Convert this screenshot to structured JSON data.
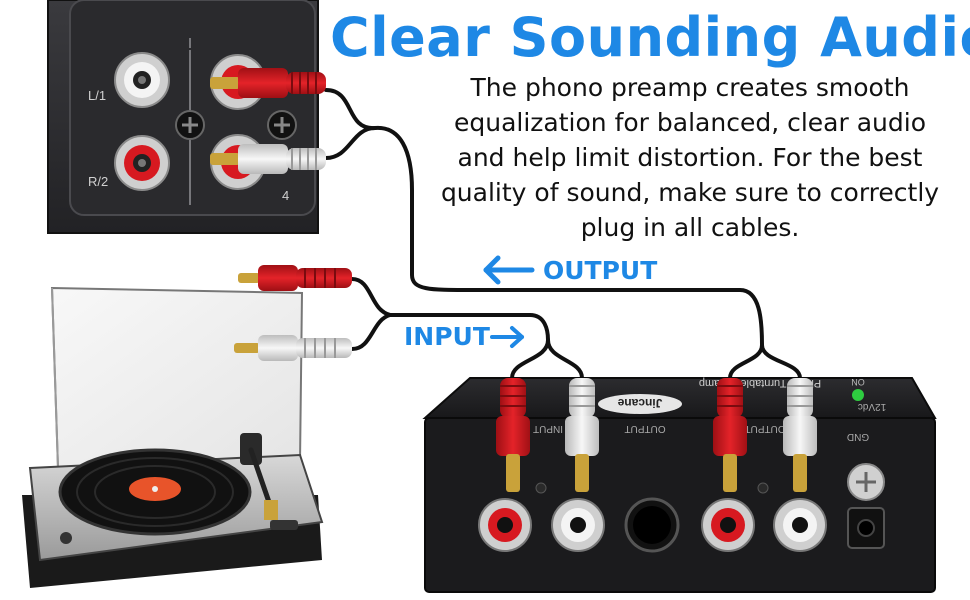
{
  "headline": "Clear Sounding Audio",
  "description": "The phono preamp creates smooth equalization for balanced, clear audio and help limit distortion. For the best quality of sound, make sure to correctly plug in all cables.",
  "labels": {
    "output": "OUTPUT",
    "input": "INPUT"
  },
  "receiver_panel": {
    "left_jack_label": "L/1",
    "right_jack_label": "R/2",
    "channel_label": "4"
  },
  "preamp": {
    "brand": "Jincane",
    "panel_text": "Phono Turntable Preamp",
    "rear_labels": [
      "OUTPUT",
      "INPUT",
      "OUTPUT",
      "GND",
      "12Vdc"
    ],
    "power_led_label": "ON"
  },
  "turntable": {
    "label_color": "#e8542a"
  },
  "colors": {
    "accent": "#1e88e5",
    "rca_red": "#d71920",
    "rca_white": "#e9e9e9",
    "cable": "#111111",
    "panel": "#2b2b2e",
    "device_body": "#1b1b1d"
  },
  "icons": {
    "output_arrow": "arrow-left-icon",
    "input_arrow": "arrow-right-icon"
  }
}
